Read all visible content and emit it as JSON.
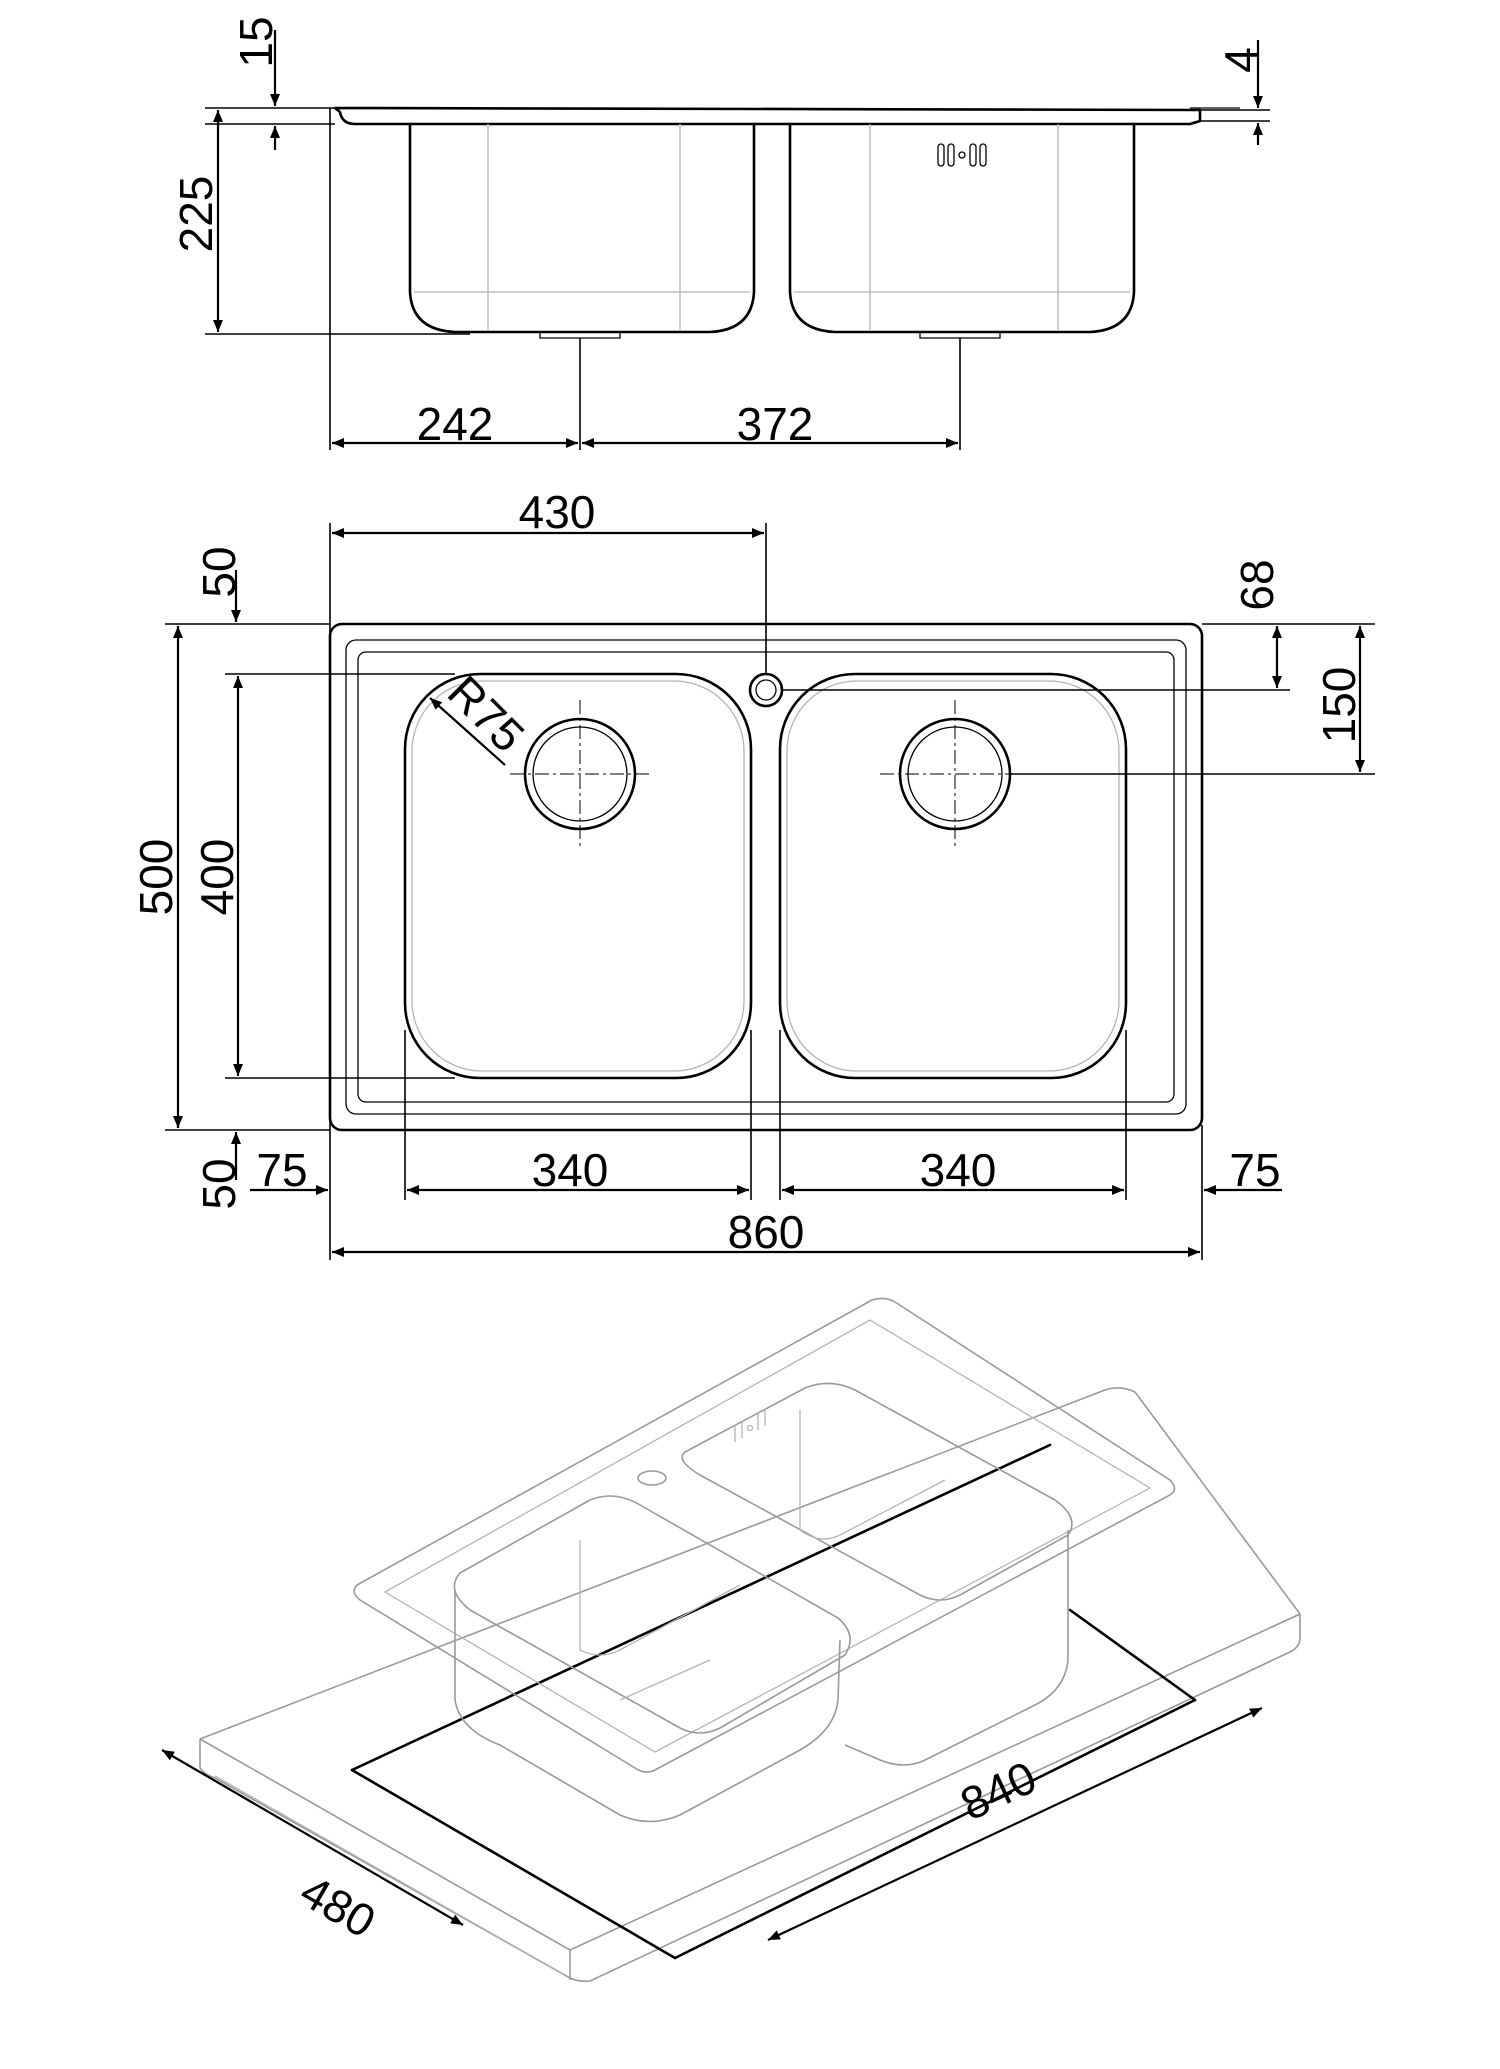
{
  "side_view": {
    "dims": {
      "flange_thickness": "15",
      "rim_thickness": "4",
      "depth": "225",
      "left_drain_offset": "242",
      "drain_spacing": "372"
    }
  },
  "top_view": {
    "dims": {
      "tap_hole_offset": "430",
      "rear_margin": "50",
      "overflow_offset": "68",
      "drain_offset_rear": "150",
      "overall_depth": "500",
      "bowl_depth": "400",
      "corner_radius": "R75",
      "front_margin": "50",
      "left_margin": "75",
      "left_bowl_width": "340",
      "right_bowl_width": "340",
      "right_margin": "75",
      "overall_width": "860"
    }
  },
  "iso_view": {
    "dims": {
      "cutout_depth": "480",
      "cutout_width": "840"
    }
  }
}
